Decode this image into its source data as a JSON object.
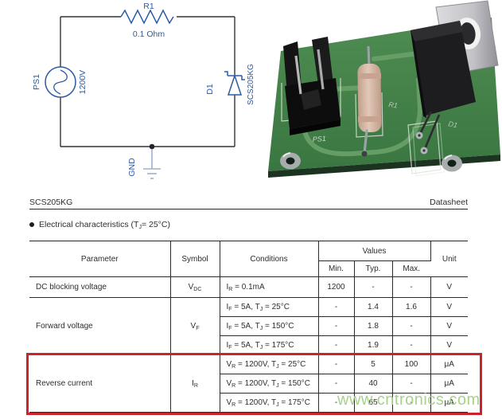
{
  "colors": {
    "highlight": "#c8242a",
    "watermark": "#a3cf86",
    "schematic_blue": "#2b5aa5",
    "pcb_green": "#3f7d45"
  },
  "watermark_text": "www.cntronics.com",
  "schematic": {
    "r1_label": "R1",
    "r1_value": "0.1 Ohm",
    "ps1_label": "PS1",
    "ps1_value": "1200V",
    "d1_label": "D1",
    "d1_part": "SCS205KG",
    "gnd_label": "GND"
  },
  "pcb": {
    "ps1_label": "PS1",
    "r1_label": "R1",
    "d1_label": "D1"
  },
  "datasheet": {
    "part_number": "SCS205KG",
    "doc_type": "Datasheet",
    "section_title": "Electrical characteristics (T~J~= 25°C)",
    "table": {
      "columns": {
        "parameter": "Parameter",
        "symbol": "Symbol",
        "conditions": "Conditions",
        "values": "Values",
        "min": "Min.",
        "typ": "Typ.",
        "max": "Max.",
        "unit": "Unit"
      },
      "groups": [
        {
          "parameter": "DC blocking voltage",
          "symbol": "V~DC~",
          "rows": [
            {
              "conditions": "I~R~ = 0.1mA",
              "min": "1200",
              "typ": "-",
              "max": "-",
              "unit": "V"
            }
          ]
        },
        {
          "parameter": "Forward voltage",
          "symbol": "V~F~",
          "rows": [
            {
              "conditions": "I~F~ = 5A, T~J~ = 25°C",
              "min": "-",
              "typ": "1.4",
              "max": "1.6",
              "unit": "V"
            },
            {
              "conditions": "I~F~ = 5A, T~J~ = 150°C",
              "min": "-",
              "typ": "1.8",
              "max": "-",
              "unit": "V"
            },
            {
              "conditions": "I~F~ = 5A, T~J~ = 175°C",
              "min": "-",
              "typ": "1.9",
              "max": "-",
              "unit": "V"
            }
          ]
        },
        {
          "parameter": "Reverse current",
          "symbol": "I~R~",
          "highlighted": true,
          "rows": [
            {
              "conditions": "V~R~ = 1200V, T~J~ = 25°C",
              "min": "-",
              "typ": "5",
              "max": "100",
              "unit": "μA"
            },
            {
              "conditions": "V~R~ = 1200V, T~J~ = 150°C",
              "min": "-",
              "typ": "40",
              "max": "-",
              "unit": "μA"
            },
            {
              "conditions": "V~R~ = 1200V, T~J~ = 175°C",
              "min": "-",
              "typ": "65",
              "max": "-",
              "unit": "μA"
            }
          ]
        }
      ]
    }
  }
}
